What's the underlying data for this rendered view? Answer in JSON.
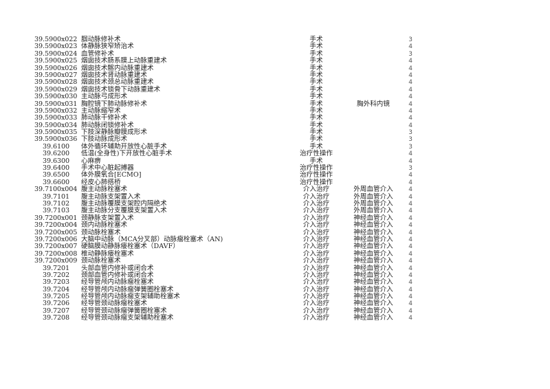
{
  "rows": [
    {
      "code": "39.5900x022",
      "name": "腘动脉修补术",
      "category": "手术",
      "subcategory": "",
      "value": "3"
    },
    {
      "code": "39.5900x023",
      "name": "体静脉狭窄矫治术",
      "category": "手术",
      "subcategory": "",
      "value": "4"
    },
    {
      "code": "39.5900x024",
      "name": "血管修补术",
      "category": "手术",
      "subcategory": "",
      "value": "3"
    },
    {
      "code": "39.5900x025",
      "name": "烟囱技术肠系膜上动脉重建术",
      "category": "手术",
      "subcategory": "",
      "value": "4"
    },
    {
      "code": "39.5900x026",
      "name": "烟囱技术髂内动脉重建术",
      "category": "手术",
      "subcategory": "",
      "value": "4"
    },
    {
      "code": "39.5900x027",
      "name": "烟囱技术肾动脉重建术",
      "category": "手术",
      "subcategory": "",
      "value": "4"
    },
    {
      "code": "39.5900x028",
      "name": "烟囱技术颈总动脉重建术",
      "category": "手术",
      "subcategory": "",
      "value": "4"
    },
    {
      "code": "39.5900x029",
      "name": "烟囱技术锁骨下动脉重建术",
      "category": "手术",
      "subcategory": "",
      "value": "4"
    },
    {
      "code": "39.5900x030",
      "name": "主动脉弓成形术",
      "category": "手术",
      "subcategory": "",
      "value": "4"
    },
    {
      "code": "39.5900x031",
      "name": "胸腔镜下肺动脉修补术",
      "category": "手术",
      "subcategory": "胸外科内镜",
      "value": "4"
    },
    {
      "code": "39.5900x032",
      "name": "主动脉缩窄术",
      "category": "手术",
      "subcategory": "",
      "value": "4"
    },
    {
      "code": "39.5900x033",
      "name": "肺动脉干修补术",
      "category": "手术",
      "subcategory": "",
      "value": "4"
    },
    {
      "code": "39.5900x034",
      "name": "肺动脉闭锁修补术",
      "category": "手术",
      "subcategory": "",
      "value": "4"
    },
    {
      "code": "39.5900x035",
      "name": "下肢深静脉瓣膜成形术",
      "category": "手术",
      "subcategory": "",
      "value": "3"
    },
    {
      "code": "39.5900x036",
      "name": "下肢动脉成形术",
      "category": "手术",
      "subcategory": "",
      "value": "3"
    },
    {
      "code": "39.6100",
      "name": "体外循环辅助开放性心脏手术",
      "category": "手术",
      "subcategory": "",
      "value": "3"
    },
    {
      "code": "39.6200",
      "name": "低温(全身性)下开放性心脏手术",
      "category": "治疗性操作",
      "subcategory": "",
      "value": "4"
    },
    {
      "code": "39.6300",
      "name": "心麻痹",
      "category": "手术",
      "subcategory": "",
      "value": "4"
    },
    {
      "code": "39.6400",
      "name": "手术中心脏起搏器",
      "category": "治疗性操作",
      "subcategory": "",
      "value": "3"
    },
    {
      "code": "39.6500",
      "name": "体外膜氧合[ECMO]",
      "category": "治疗性操作",
      "subcategory": "",
      "value": "4"
    },
    {
      "code": "39.6600",
      "name": "经皮心肺搭桥",
      "category": "治疗性操作",
      "subcategory": "",
      "value": "4"
    },
    {
      "code": "39.7100x004",
      "name": "腹主动脉栓塞术",
      "category": "介入治疗",
      "subcategory": "外周血管介入",
      "value": "4"
    },
    {
      "code": "39.7101",
      "name": "腹主动脉支架置入术",
      "category": "介入治疗",
      "subcategory": "外周血管介入",
      "value": "4"
    },
    {
      "code": "39.7102",
      "name": "腹主动脉覆膜支架腔内隔绝术",
      "category": "介入治疗",
      "subcategory": "外周血管介入",
      "value": "4"
    },
    {
      "code": "39.7103",
      "name": "腹主动脉分支覆膜支架置入术",
      "category": "介入治疗",
      "subcategory": "外周血管介入",
      "value": "4"
    },
    {
      "code": "39.7200x001",
      "name": "颈静脉支架置入术",
      "category": "介入治疗",
      "subcategory": "神经血管介入",
      "value": "4"
    },
    {
      "code": "39.7200x004",
      "name": "颈内动脉栓塞术",
      "category": "介入治疗",
      "subcategory": "神经血管介入",
      "value": "4"
    },
    {
      "code": "39.7200x005",
      "name": "颈动脉栓塞术",
      "category": "介入治疗",
      "subcategory": "神经血管介入",
      "value": "4"
    },
    {
      "code": "39.7200x006",
      "name": "大脑中动脉（MCA分叉部）动脉瘤栓塞术（AN)",
      "category": "介入治疗",
      "subcategory": "神经血管介入",
      "value": "4"
    },
    {
      "code": "39.7200x007",
      "name": "硬脑膜动静脉瘘栓塞术（DAVF）",
      "category": "介入治疗",
      "subcategory": "神经血管介入",
      "value": "4"
    },
    {
      "code": "39.7200x008",
      "name": "椎动静脉瘘栓塞术",
      "category": "介入治疗",
      "subcategory": "神经血管介入",
      "value": "4"
    },
    {
      "code": "39.7200x009",
      "name": "颈动脉栓塞术",
      "category": "介入治疗",
      "subcategory": "神经血管介入",
      "value": "4"
    },
    {
      "code": "39.7201",
      "name": "头部血管内修补或闭合术",
      "category": "介入治疗",
      "subcategory": "神经血管介入",
      "value": "4"
    },
    {
      "code": "39.7202",
      "name": "颈部血管内修补或闭合术",
      "category": "介入治疗",
      "subcategory": "神经血管介入",
      "value": "4"
    },
    {
      "code": "39.7203",
      "name": "经导管颅内动脉瘤栓塞术",
      "category": "介入治疗",
      "subcategory": "神经血管介入",
      "value": "4"
    },
    {
      "code": "39.7204",
      "name": "经导管颅内动脉瘤弹簧圈栓塞术",
      "category": "介入治疗",
      "subcategory": "神经血管介入",
      "value": "4"
    },
    {
      "code": "39.7205",
      "name": "经导管颅内动脉瘤支架辅助栓塞术",
      "category": "介入治疗",
      "subcategory": "神经血管介入",
      "value": "4"
    },
    {
      "code": "39.7206",
      "name": "经导管颈动脉瘤栓塞术",
      "category": "介入治疗",
      "subcategory": "神经血管介入",
      "value": "4"
    },
    {
      "code": "39.7207",
      "name": "经导管颈动脉瘤弹簧圈栓塞术",
      "category": "介入治疗",
      "subcategory": "神经血管介入",
      "value": "4"
    },
    {
      "code": "39.7208",
      "name": "经导管颈动脉瘤支架辅助栓塞术",
      "category": "介入治疗",
      "subcategory": "神经血管介入",
      "value": "4"
    }
  ]
}
